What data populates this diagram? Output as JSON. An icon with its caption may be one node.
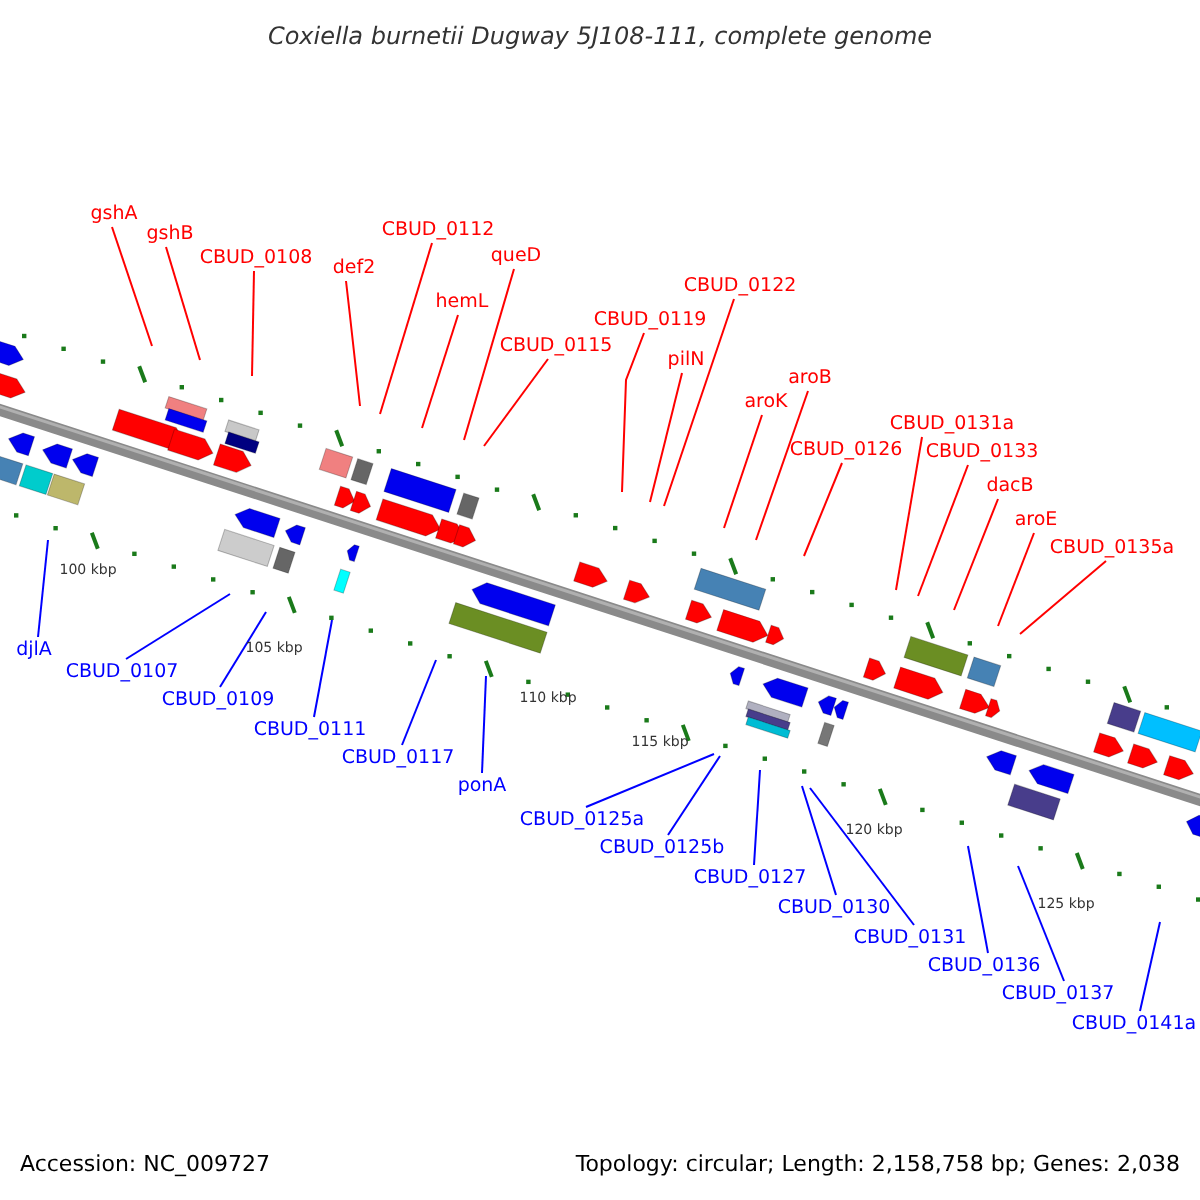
{
  "diagram": {
    "title": "Coxiella burnetii Dugway 5J108-111, complete genome",
    "nodes": [
      {
        "text": [
          "gshA"
        ]
      },
      {
        "text": [
          "gshB"
        ]
      },
      {
        "text": [
          "CBUD_0108"
        ]
      },
      {
        "text": [
          "def2"
        ]
      },
      {
        "text": [
          "CBUD_0112"
        ]
      },
      {
        "text": [
          "hemL"
        ]
      },
      {
        "text": [
          "queD"
        ]
      },
      {
        "text": [
          "CBUD_0115"
        ]
      },
      {
        "text": [
          "CBUD_0119"
        ]
      },
      {
        "text": [
          "CBUD_0122"
        ]
      },
      {
        "text": [
          "pilN"
        ]
      },
      {
        "text": [
          "aroK"
        ]
      },
      {
        "text": [
          "aroB"
        ]
      },
      {
        "text": [
          "CBUD_0126"
        ]
      },
      {
        "text": [
          "CBUD_0131a"
        ]
      },
      {
        "text": [
          "CBUD_0133"
        ]
      },
      {
        "text": [
          "dacB"
        ]
      },
      {
        "text": [
          "aroE"
        ]
      },
      {
        "text": [
          "CBUD_0135a"
        ]
      },
      {
        "text": [
          "djlA"
        ]
      },
      {
        "text": [
          "CBUD_0107"
        ]
      },
      {
        "text": [
          "CBUD_0109"
        ]
      },
      {
        "text": [
          "CBUD_0111"
        ]
      },
      {
        "text": [
          "CBUD_0117"
        ]
      },
      {
        "text": [
          "ponA"
        ]
      },
      {
        "text": [
          "CBUD_0125a"
        ]
      },
      {
        "text": [
          "CBUD_0125b"
        ]
      },
      {
        "text": [
          "CBUD_0127"
        ]
      },
      {
        "text": [
          "CBUD_0130"
        ]
      },
      {
        "text": [
          "CBUD_0131"
        ]
      },
      {
        "text": [
          "CBUD_0136"
        ]
      },
      {
        "text": [
          "CBUD_0137"
        ]
      },
      {
        "text": [
          "CBUD_0141a"
        ]
      }
    ],
    "edges": [
      {
        "from": 0,
        "to": null,
        "arrow": "none"
      },
      {
        "from": 1,
        "to": null,
        "arrow": "none"
      },
      {
        "from": 2,
        "to": null,
        "arrow": "none"
      },
      {
        "from": 3,
        "to": null,
        "arrow": "none"
      },
      {
        "from": 4,
        "to": null,
        "arrow": "none"
      },
      {
        "from": 5,
        "to": null,
        "arrow": "none"
      },
      {
        "from": 6,
        "to": null,
        "arrow": "none"
      },
      {
        "from": 7,
        "to": null,
        "arrow": "none"
      },
      {
        "from": 8,
        "to": null,
        "arrow": "none"
      },
      {
        "from": 9,
        "to": null,
        "arrow": "none"
      },
      {
        "from": 10,
        "to": null,
        "arrow": "none"
      },
      {
        "from": 11,
        "to": null,
        "arrow": "none"
      },
      {
        "from": 12,
        "to": null,
        "arrow": "none"
      },
      {
        "from": 13,
        "to": null,
        "arrow": "none"
      },
      {
        "from": 14,
        "to": null,
        "arrow": "none"
      },
      {
        "from": 15,
        "to": null,
        "arrow": "none"
      },
      {
        "from": 16,
        "to": null,
        "arrow": "none"
      },
      {
        "from": 17,
        "to": null,
        "arrow": "none"
      },
      {
        "from": 18,
        "to": null,
        "arrow": "none"
      },
      {
        "from": 19,
        "to": null,
        "arrow": "none",
        "color": "#0000ff"
      },
      {
        "from": 20,
        "to": null,
        "arrow": "none",
        "color": "#0000ff"
      },
      {
        "from": 21,
        "to": null,
        "arrow": "none",
        "color": "#0000ff"
      },
      {
        "from": 22,
        "to": null,
        "arrow": "none",
        "color": "#0000ff"
      },
      {
        "from": 23,
        "to": null,
        "arrow": "none",
        "color": "#0000ff"
      },
      {
        "from": 24,
        "to": null,
        "arrow": "none",
        "color": "#0000ff"
      },
      {
        "from": 25,
        "to": null,
        "arrow": "none",
        "color": "#0000ff"
      },
      {
        "from": 26,
        "to": null,
        "arrow": "none",
        "color": "#0000ff"
      },
      {
        "from": 27,
        "to": null,
        "arrow": "none",
        "color": "#0000ff"
      },
      {
        "from": 28,
        "to": null,
        "arrow": "none",
        "color": "#0000ff"
      },
      {
        "from": 29,
        "to": null,
        "arrow": "none",
        "color": "#0000ff"
      },
      {
        "from": 30,
        "to": null,
        "arrow": "none",
        "color": "#0000ff"
      },
      {
        "from": 31,
        "to": null,
        "arrow": "none",
        "color": "#0000ff"
      },
      {
        "from": 32,
        "to": null,
        "arrow": "none",
        "color": "#0000ff"
      }
    ],
    "labels": [
      "100 kbp",
      "105 kbp",
      "110 kbp",
      "115 kbp",
      "120 kbp",
      "125 kbp",
      "Accession: NC_009727",
      "Topology: circular; Length: 2,158,758 bp; Genes: 2,038"
    ]
  }
}
